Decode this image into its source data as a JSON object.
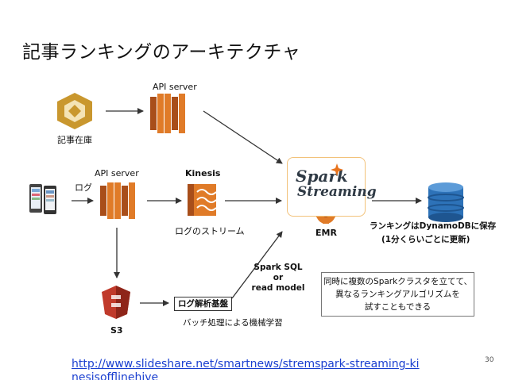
{
  "title": "記事ランキングのアーキテクチャ",
  "nodes": {
    "article_store": "記事在庫",
    "api_server_top": "API server",
    "log_label": "ログ",
    "api_server_mid": "API server",
    "kinesis": "Kinesis",
    "log_stream": "ログのストリーム",
    "spark_logo_line1": "Spark",
    "spark_logo_line2": "Streaming",
    "emr": "EMR",
    "dynamodb_line1": "ランキングはDynamoDBに保存",
    "dynamodb_line2": "(1分くらいごとに更新)",
    "s3": "S3",
    "log_analysis": "ログ解析基盤",
    "batch": "バッチ処理による機械学習",
    "spark_sql_line1": "Spark SQL",
    "spark_sql_line2": "or",
    "spark_sql_line3": "read model",
    "note_line1": "同時に複数のSparkクラスタを立てて、",
    "note_line2": "異なるランキングアルゴリズムを",
    "note_line3": "試すこともできる"
  },
  "footer": {
    "link": "http://www.slideshare.net/smartnews/stremspark-streaming-kinesisofflinehive",
    "page_number": "30"
  },
  "colors": {
    "aws_orange": "#e07b28",
    "aws_dark_orange": "#a84e1a",
    "s3_red": "#c03a2b",
    "dynamo_blue": "#2d72b8",
    "gold": "#c9972e",
    "spark_orange": "#e8731c",
    "link_blue": "#1a3fd0"
  }
}
